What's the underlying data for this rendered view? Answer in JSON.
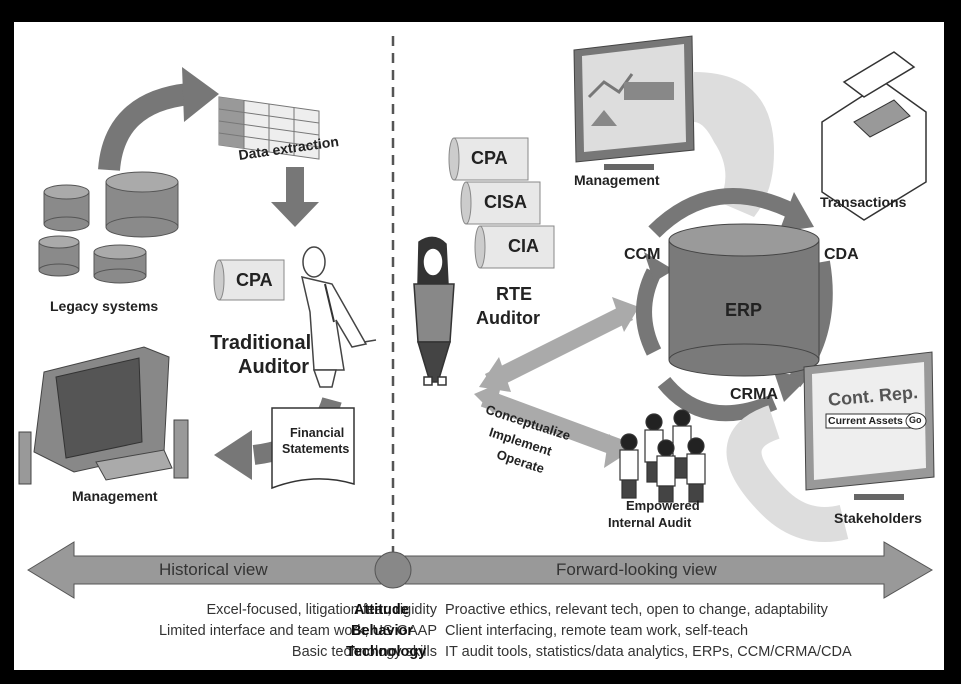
{
  "left": {
    "data_extraction": "Data extraction",
    "legacy_systems": "Legacy systems",
    "cpa": "CPA",
    "traditional_auditor": [
      "Traditional",
      "Auditor"
    ],
    "financial_statements": [
      "Financial",
      "Statements"
    ],
    "management": "Management"
  },
  "right": {
    "certifications": [
      "CPA",
      "CISA",
      "CIA"
    ],
    "rte_auditor": [
      "RTE",
      "Auditor"
    ],
    "management": "Management",
    "transactions": "Transactions",
    "ccm": "CCM",
    "cda": "CDA",
    "erp": "ERP",
    "crma": "CRMA",
    "cont_rep": "Cont. Rep.",
    "current_assets": "Current Assets",
    "go": "Go",
    "stakeholders": "Stakeholders",
    "process": [
      "Conceptualize",
      "Implement",
      "Operate"
    ],
    "empowered": [
      "Empowered",
      "Internal Audit"
    ]
  },
  "timeline": {
    "historical": "Historical view",
    "forward": "Forward-looking view"
  },
  "comparison": [
    {
      "left": "Excel-focused, litigation fear, rigidity",
      "category": "Attitude",
      "right": "Proactive ethics, relevant tech, open to change, adaptability"
    },
    {
      "left": "Limited interface and team work, US GAAP",
      "category": "Behavior",
      "right": "Client interfacing, remote team work, self-teach"
    },
    {
      "left": "Basic technology skills",
      "category": "Technology",
      "right": "IT audit tools, statistics/data analytics, ERPs, CCM/CRMA/CDA"
    }
  ]
}
